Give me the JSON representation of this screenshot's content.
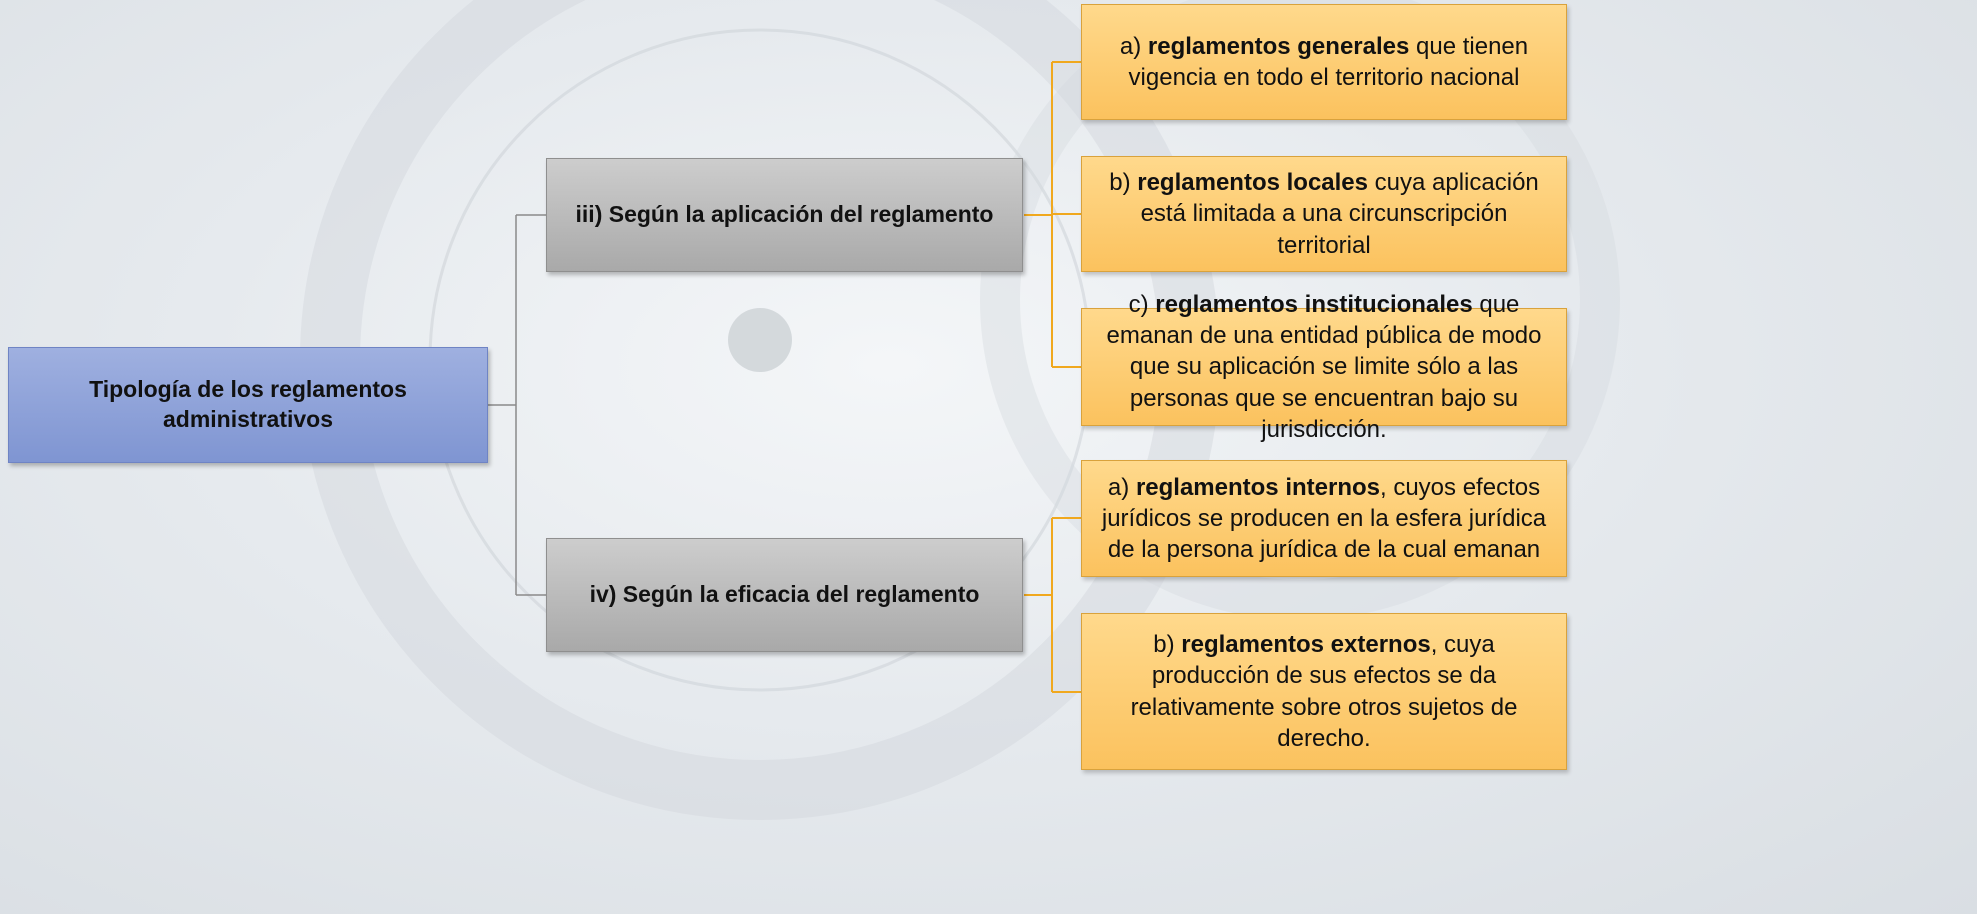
{
  "root": {
    "label": "Tipología de los reglamentos administrativos"
  },
  "branches": [
    {
      "label": "iii) Según la aplicación del reglamento",
      "children": [
        {
          "prefix": "a) ",
          "bold": "reglamentos generales",
          "rest": " que tienen vigencia en todo el territorio nacional"
        },
        {
          "prefix": "b) ",
          "bold": "reglamentos locales",
          "rest": " cuya aplicación está limitada a una circunscripción territorial"
        },
        {
          "prefix": "c) ",
          "bold": "reglamentos institucionales",
          "rest": " que emanan de una entidad pública de modo que su aplicación se limite sólo a las personas que se encuentran bajo su jurisdicción."
        }
      ]
    },
    {
      "label": "iv) Según la eficacia del reglamento",
      "children": [
        {
          "prefix": "a) ",
          "bold": "reglamentos internos",
          "rest": ", cuyos efectos jurídicos se producen en la esfera jurídica de la persona jurídica de la cual emanan"
        },
        {
          "prefix": "b) ",
          "bold": "reglamentos externos",
          "rest": ", cuya producción de sus efectos se da relativamente sobre otros sujetos de derecho."
        }
      ]
    }
  ],
  "colors": {
    "root": "#8fa2da",
    "branch": "#bdbdbd",
    "leaf": "#fcc96f",
    "connector_root": "#8a8a8a",
    "connector_leaf": "#f0a81e"
  }
}
